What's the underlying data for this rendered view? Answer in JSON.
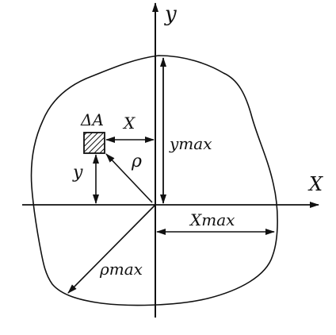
{
  "figure": {
    "axis_x_label": "X",
    "axis_y_label": "y",
    "area_label": "ΔA",
    "dist_x_label": "X",
    "dist_y_label": "y",
    "rho_label": "ρ",
    "ymax_label": "ymax",
    "xmax_label": "Xmax",
    "rhomax_label": "ρmax"
  },
  "colors": {
    "ink": "#111111",
    "background": "#ffffff"
  }
}
